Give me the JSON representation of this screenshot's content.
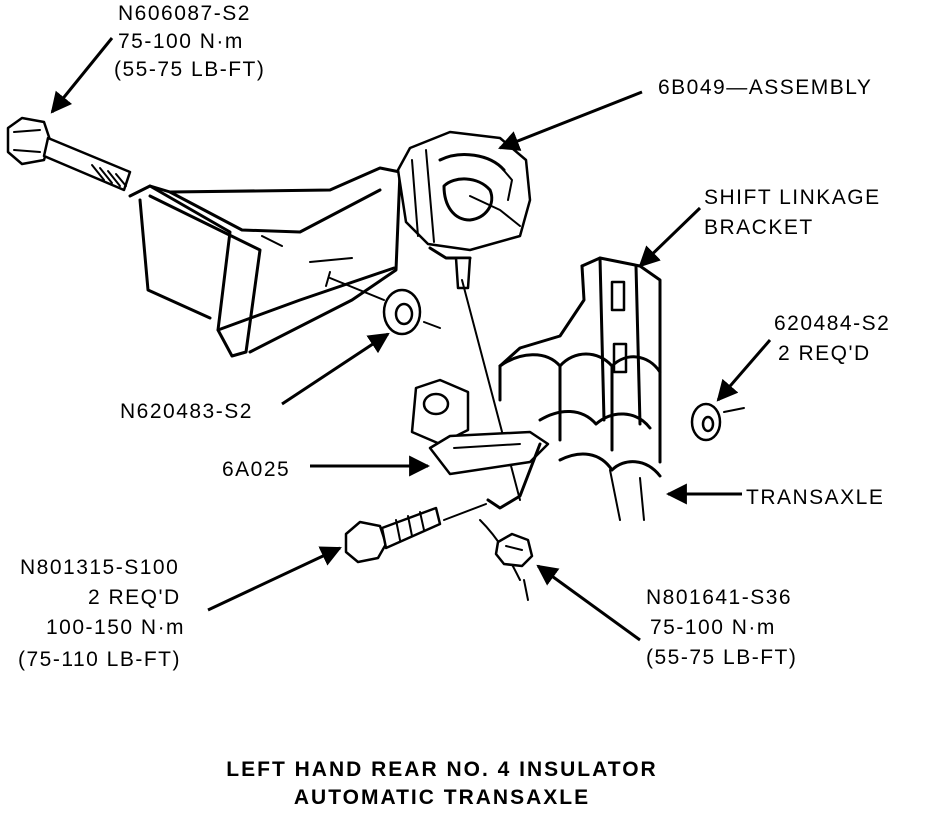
{
  "callouts": {
    "bolt_top": {
      "part": "N606087-S2",
      "torque_nm": "75-100 N·m",
      "torque_lbft": "(55-75 LB-FT)"
    },
    "assembly": {
      "part": "6B049—ASSEMBLY"
    },
    "bracket": {
      "line1": "SHIFT LINKAGE",
      "line2": "BRACKET"
    },
    "washer_right": {
      "part": "620484-S2",
      "qty": "2 REQ'D"
    },
    "nut_left": {
      "part": "N620483-S2"
    },
    "support": {
      "part": "6A025"
    },
    "transaxle": {
      "part": "TRANSAXLE"
    },
    "bolt_bottom": {
      "part": "N801315-S100",
      "qty": "2 REQ'D",
      "torque_nm": "100-150 N·m",
      "torque_lbft": "(75-110 LB-FT)"
    },
    "nut_bottom": {
      "part": "N801641-S36",
      "torque_nm": "75-100 N·m",
      "torque_lbft": "(55-75 LB-FT)"
    }
  },
  "caption": {
    "line1": "LEFT HAND REAR NO. 4 INSULATOR",
    "line2": "AUTOMATIC TRANSAXLE"
  }
}
